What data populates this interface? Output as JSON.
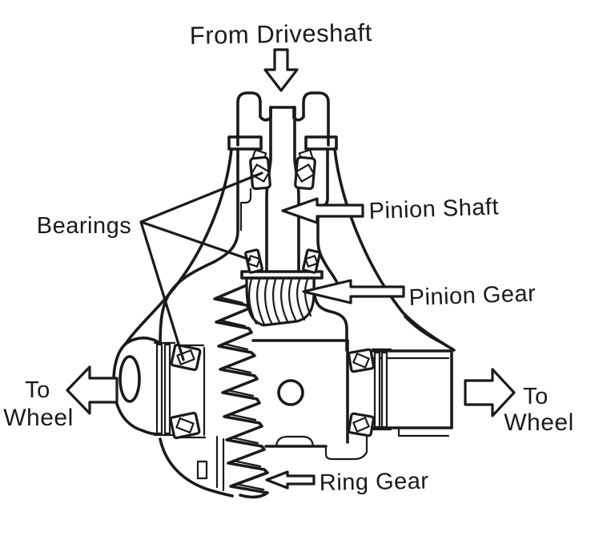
{
  "diagram": {
    "subject": "automotive differential cross-section",
    "background_color": "#ffffff",
    "line_color": "#1a1a1a",
    "labels": {
      "from_driveshaft": "From Driveshaft",
      "bearings": "Bearings",
      "pinion_shaft": "Pinion Shaft",
      "pinion_gear": "Pinion Gear",
      "ring_gear": "Ring Gear",
      "to_wheel_left": {
        "line1": "To",
        "line2": "Wheel"
      },
      "to_wheel_right": {
        "line1": "To",
        "line2": "Wheel"
      }
    },
    "arrows": {
      "driveshaft_input": "down",
      "pinion_shaft_pointer": "left",
      "pinion_gear_pointer": "left",
      "ring_gear_pointer": "left",
      "left_wheel_output": "left",
      "right_wheel_output": "right"
    },
    "bearing_pointer_line_count": 3
  }
}
